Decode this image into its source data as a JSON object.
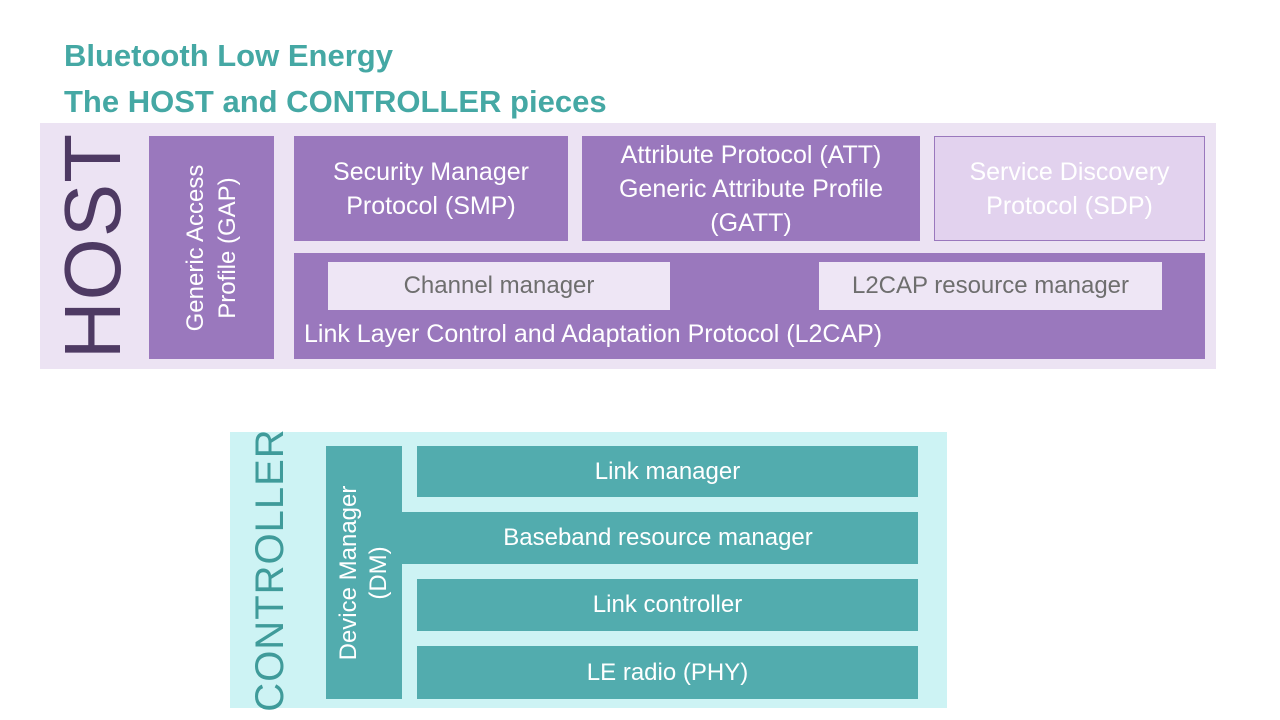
{
  "title": {
    "line1": "Bluetooth Low Energy",
    "line2": "The HOST and CONTROLLER pieces"
  },
  "host": {
    "label": "HOST",
    "gap": {
      "line1": "Generic Access",
      "line2": "Profile (GAP)"
    },
    "smp": {
      "line1": "Security Manager",
      "line2": "Protocol (SMP)"
    },
    "att": {
      "line1": "Attribute Protocol (ATT)",
      "line2": "Generic Attribute Profile",
      "line3": "(GATT)"
    },
    "sdp": {
      "line1": "Service Discovery",
      "line2": "Protocol (SDP)"
    },
    "l2cap": {
      "label": "Link Layer Control and Adaptation Protocol (L2CAP)",
      "channel_manager": "Channel manager",
      "resource_manager": "L2CAP resource manager"
    }
  },
  "controller": {
    "label": "CONTROLLER",
    "device_manager": {
      "line1": "Device Manager",
      "line2": "(DM)"
    },
    "link_manager": "Link manager",
    "baseband": "Baseband resource manager",
    "link_controller": "Link controller",
    "le_radio": "LE radio (PHY)"
  },
  "colors": {
    "title": "#45a8a4",
    "host_bg": "#ece3f3",
    "host_block": "#9a78bd",
    "host_label": "#4e3a63",
    "sdp_block": "#e2d2ee",
    "controller_bg": "#cdf3f4",
    "controller_block": "#52acae",
    "controller_label": "#3f9b9a"
  }
}
